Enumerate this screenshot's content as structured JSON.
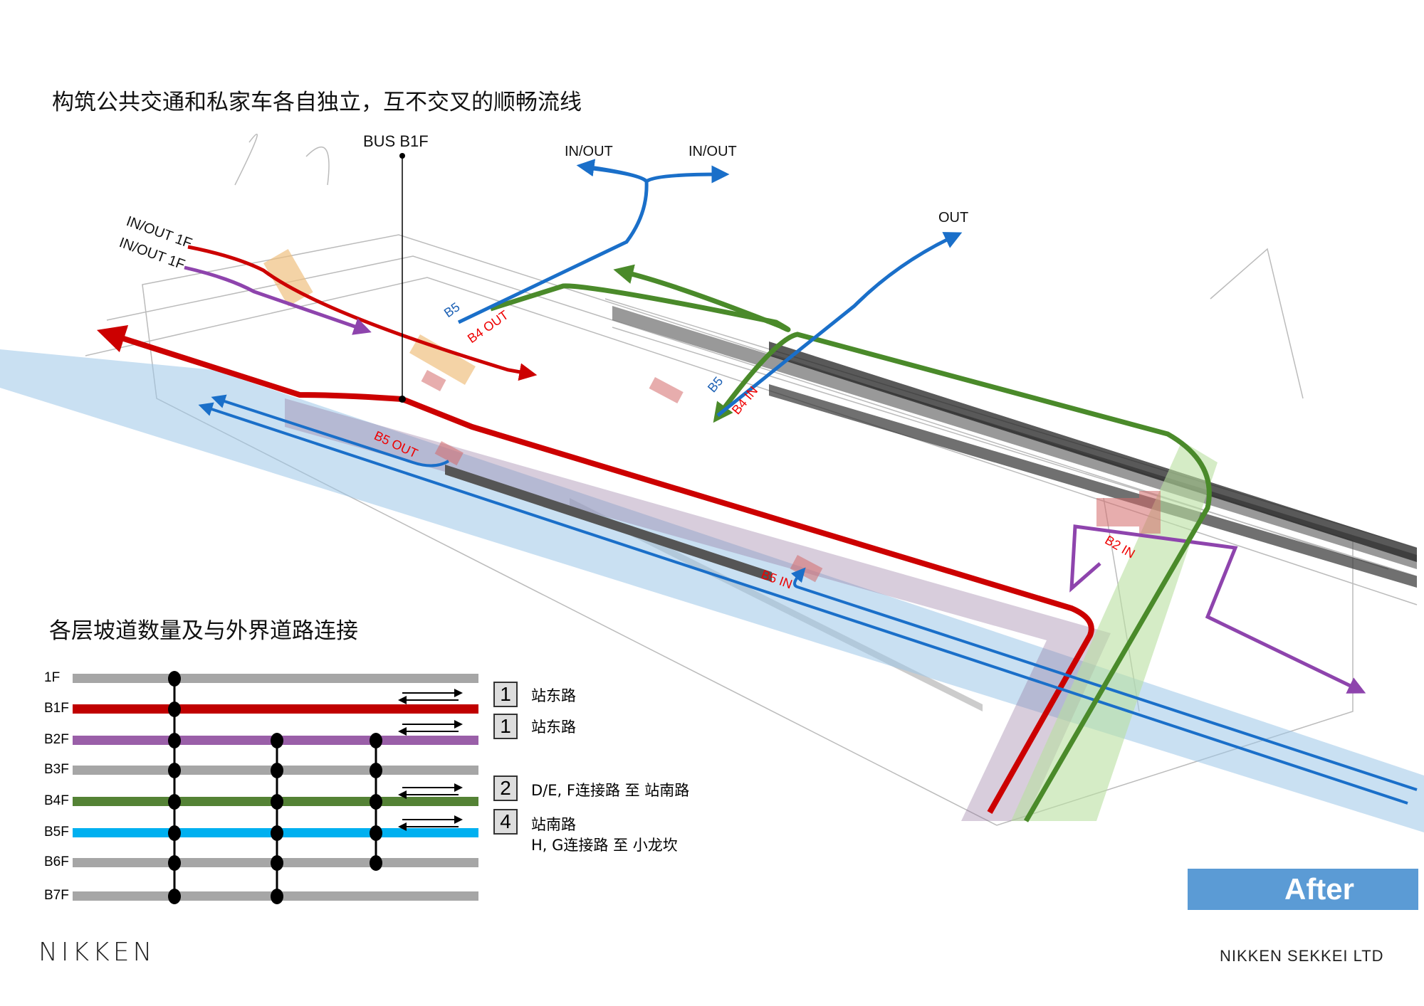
{
  "title": "构筑公共交通和私家车各自独立，互不交叉的顺畅流线",
  "diagram": {
    "bus_label": "BUS  B1F",
    "inout_1": "IN/OUT",
    "inout_2": "IN/OUT",
    "out": "OUT",
    "inout_1f_red": "IN/OUT  1F",
    "inout_1f_purple": "IN/OUT   1F",
    "ramp_labels": {
      "b5_top": "B5",
      "b4_out": "B4 OUT",
      "b5_mid": "B5",
      "b4_in": "B4  IN",
      "b5_out": "B5 OUT",
      "b5_in": "B5 IN",
      "b2_in": "B2 IN"
    },
    "colors": {
      "red": "#cc0000",
      "purple": "#8e44ad",
      "blue": "#1a6fc9",
      "green": "#4a8a2a",
      "light_blue": "#9cc6e8"
    }
  },
  "legend": {
    "title": "各层坡道数量及与外界道路连接",
    "floors": [
      "1F",
      "B1F",
      "B2F",
      "B3F",
      "B4F",
      "B5F",
      "B6F",
      "B7F"
    ],
    "floor_colors": [
      "#a6a6a6",
      "#c00000",
      "#9a5fa8",
      "#a6a6a6",
      "#548235",
      "#00b0f0",
      "#a6a6a6",
      "#a6a6a6"
    ],
    "connections": [
      {
        "count": "1",
        "road": "站东路"
      },
      {
        "count": "1",
        "road": "站东路"
      },
      {
        "count": "2",
        "road": "D/E, F连接路 至 站南路"
      },
      {
        "count": "4",
        "road": "站南路",
        "road2": "H, G连接路 至 小龙坎"
      }
    ]
  },
  "footer": {
    "logo": "NIKKEN",
    "company": "NIKKEN SEKKEI LTD",
    "badge": "After"
  }
}
